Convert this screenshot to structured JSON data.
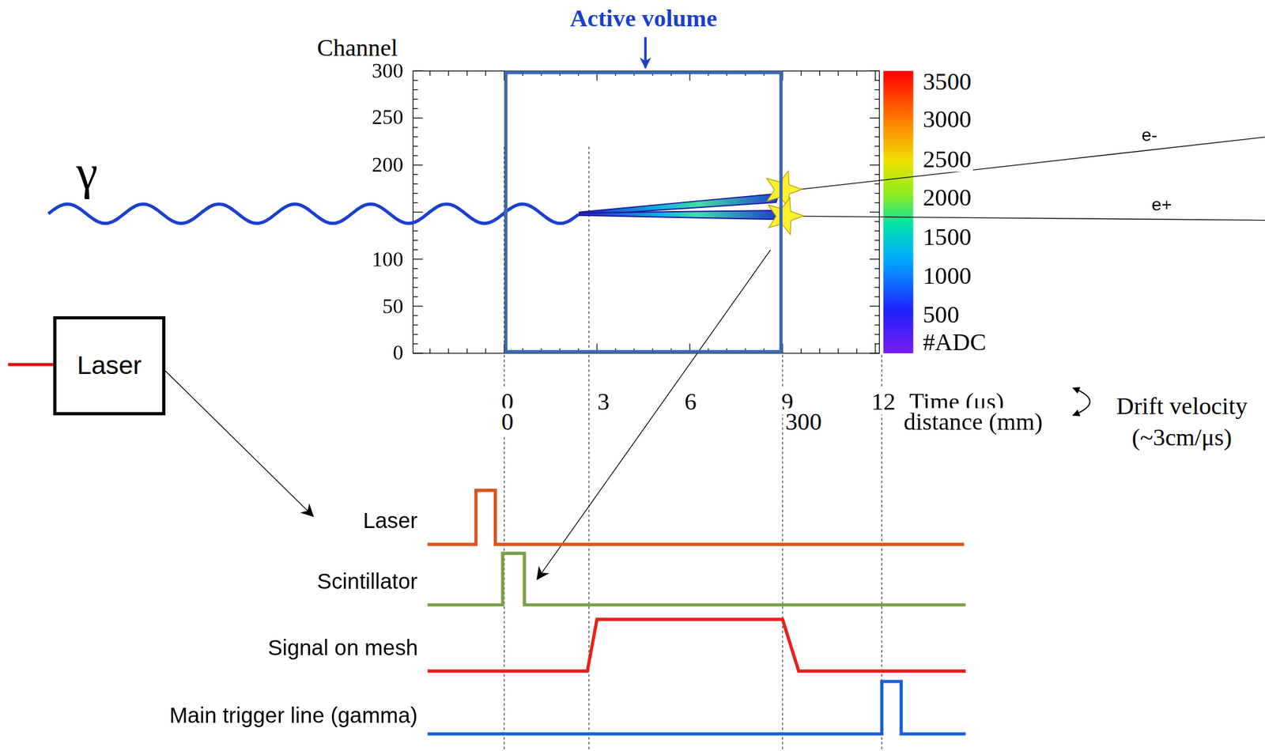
{
  "diagram": {
    "nodes": [
      {
        "text": [
          "Active volume"
        ]
      },
      {
        "text": [
          "Laser"
        ]
      }
    ],
    "labels": [
      "Channel",
      "300",
      "250",
      "200",
      "100",
      "50",
      "0",
      "γ",
      "e-",
      "e+",
      "3500",
      "3000",
      "2500",
      "2000",
      "1500",
      "1000",
      "500",
      "#ADC",
      "0",
      "3",
      "6",
      "9",
      "12",
      "Time (μs)",
      "0",
      "300",
      "distance (mm)",
      "Drift velocity (~3cm/μs)",
      "Laser",
      "Scintillator",
      "Signal on mesh",
      "Main trigger line (gamma)"
    ]
  }
}
